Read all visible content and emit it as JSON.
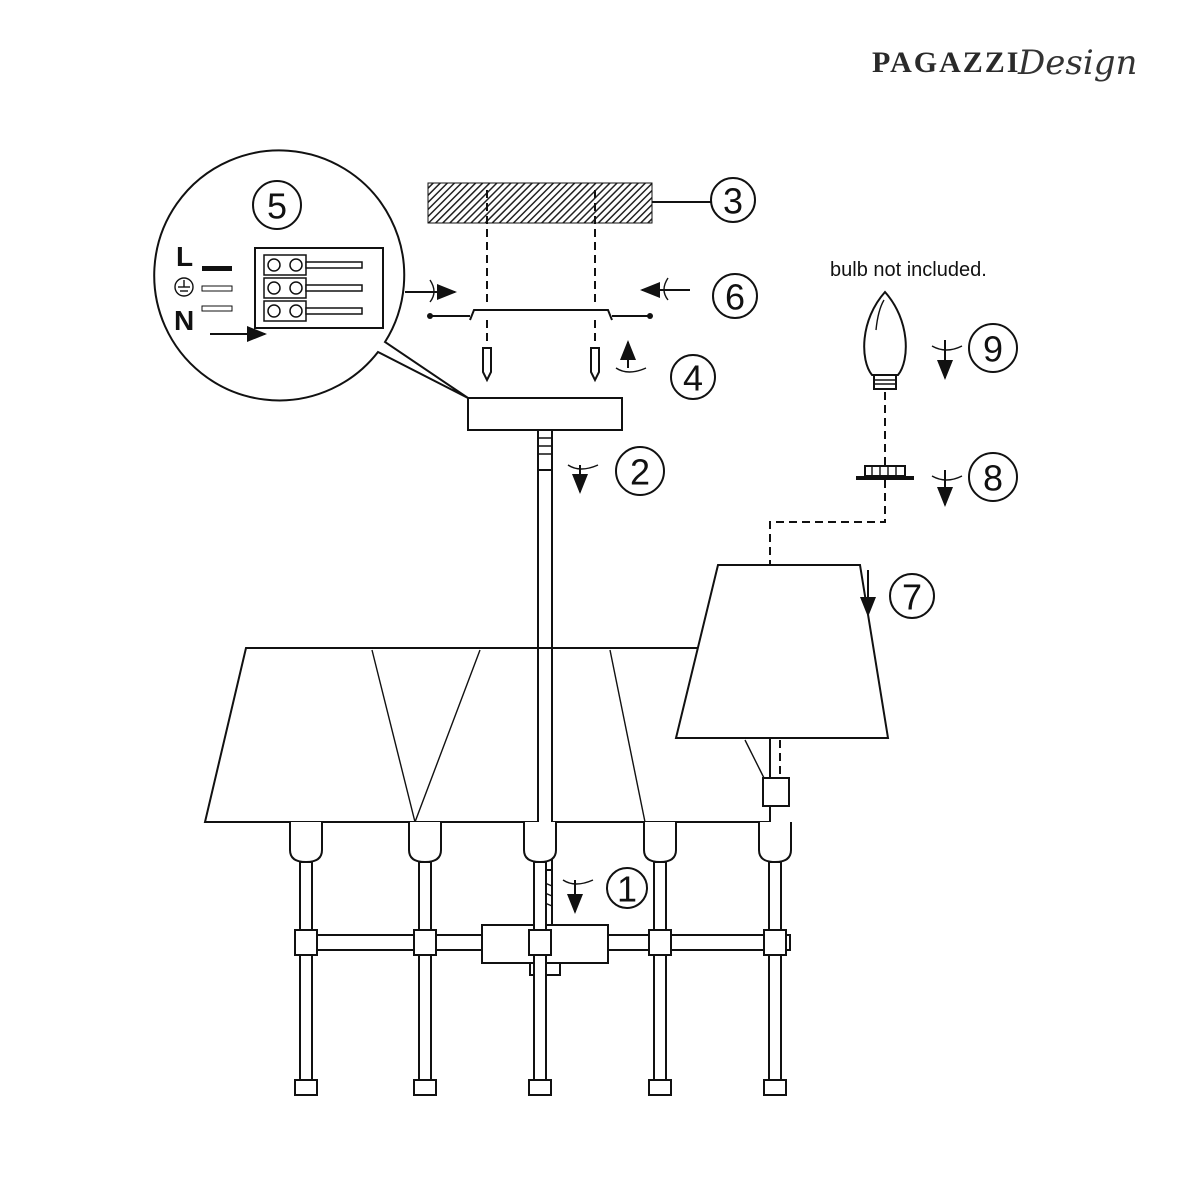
{
  "logo": {
    "brand": "PAGAZZI",
    "suffix": "Design"
  },
  "steps": [
    "1",
    "2",
    "3",
    "4",
    "5",
    "6",
    "7",
    "8",
    "9"
  ],
  "wiring": {
    "live": "L",
    "neutral": "N"
  },
  "note": "bulb not included.",
  "colors": {
    "line": "#111111",
    "background": "#ffffff"
  }
}
